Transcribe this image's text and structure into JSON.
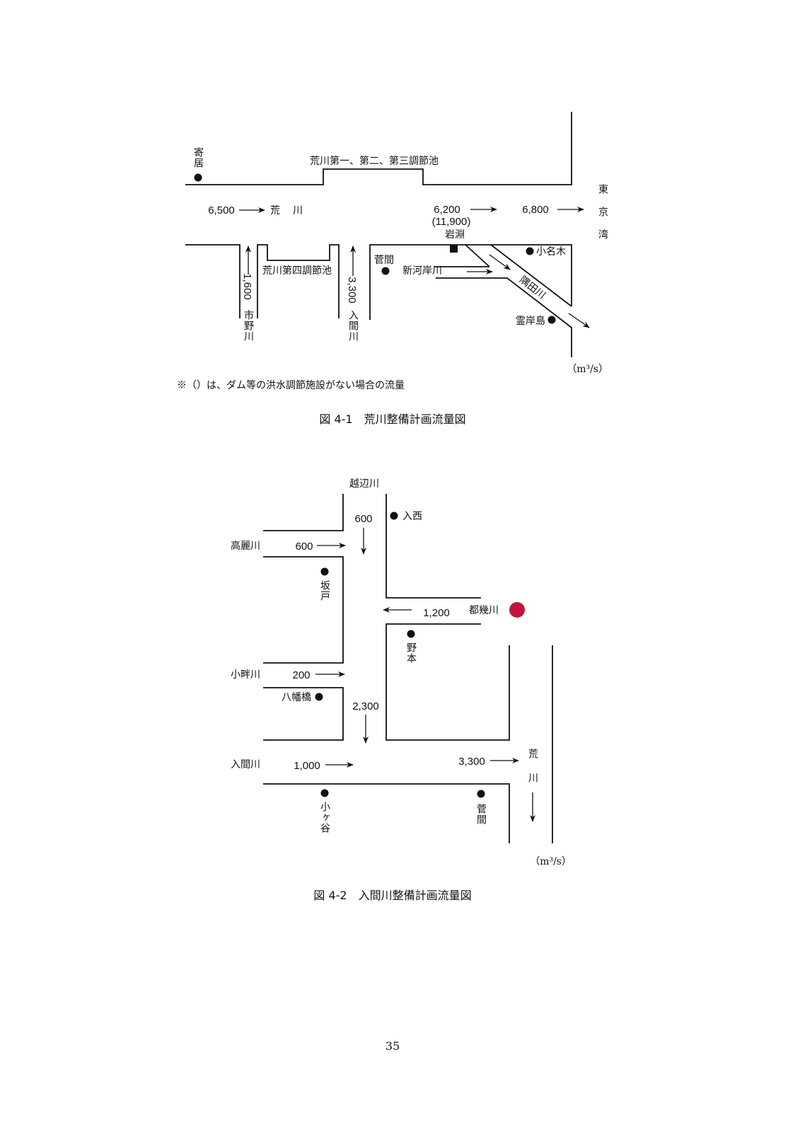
{
  "figure1": {
    "caption": "図 4-1　荒川整備計画流量図",
    "note": "※（）は、ダム等の洪水調節施設がない場合の流量",
    "unit": "（m³/s）",
    "labels": {
      "yorii": "寄居",
      "reservoir_1_2_3": "荒川第一、第二、第三調節池",
      "arakawa_1": "荒",
      "arakawa_2": "川",
      "tokyo_bay": "東京湾",
      "iwabuchi": "岩淵",
      "sugama": "菅間",
      "shingashi_river": "新河岸川",
      "onagi": "小名木",
      "sumida_river": "隅田川",
      "reiganjima": "霊岸島",
      "ichino_river": "市野川",
      "reservoir_4": "荒川第四調節池",
      "iruma_river": "入間川"
    },
    "flows": {
      "upstream": "6,500",
      "iwabuchi": "6,200",
      "iwabuchi_no_dam": "(11,900)",
      "mouth": "6,800",
      "ichino": "1,600",
      "iruma": "3,300"
    }
  },
  "figure2": {
    "caption": "図 4-2　入間川整備計画流量図",
    "unit": "（m³/s）",
    "labels": {
      "oppe_river": "越辺川",
      "irinishi": "入西",
      "koma_river": "高麗川",
      "sakado": "坂戸",
      "toki_river": "都幾川",
      "nomoto": "野本",
      "kobatake_river": "小畔川",
      "yawatabashi": "八幡橋",
      "iruma_river": "入間川",
      "arakawa": "荒川",
      "ogaya": "小ヶ谷",
      "sugama": "菅間"
    },
    "flows": {
      "oppe": "600",
      "koma": "600",
      "toki": "1,200",
      "kobatake": "200",
      "sakado_down": "2,300",
      "iruma": "1,000",
      "confluence": "3,300"
    },
    "colors": {
      "marker": "#c0143c"
    }
  },
  "page_number": "35"
}
